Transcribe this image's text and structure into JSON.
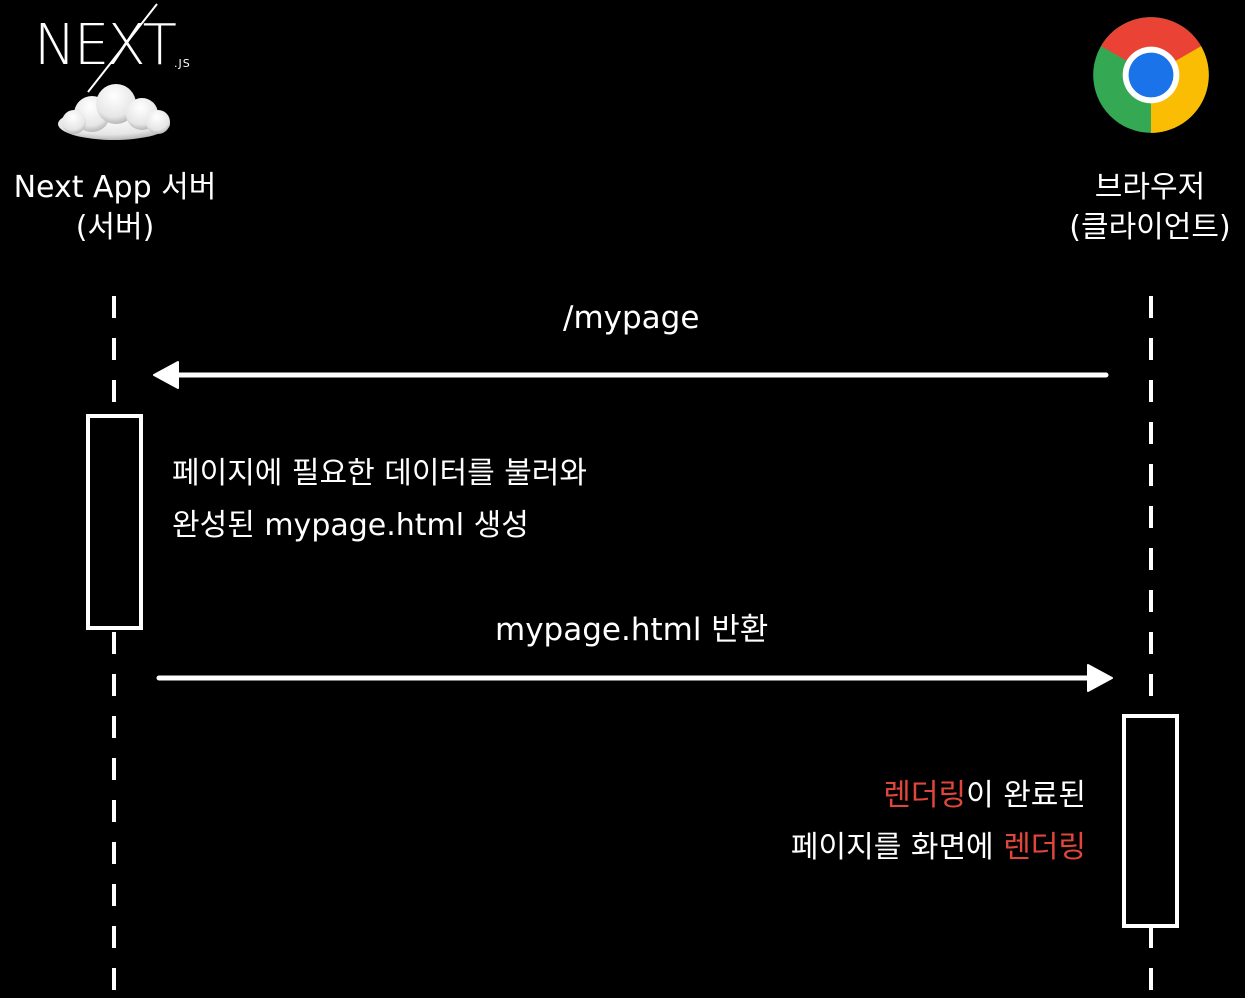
{
  "server": {
    "logo_text": "NEXT",
    "logo_suffix": ".JS",
    "label_line1": "Next App 서버",
    "label_line2": "(서버)"
  },
  "browser": {
    "label_line1": "브라우저",
    "label_line2": "(클라이언트)",
    "icon": "chrome-icon"
  },
  "messages": {
    "request": "/mypage",
    "response": "mypage.html 반환"
  },
  "notes": {
    "server_line1": "페이지에 필요한 데이터를 불러와",
    "server_line2": "완성된 mypage.html 생성",
    "browser_line1_highlight": "렌더링",
    "browser_line1_rest": "이 완료된",
    "browser_line2_rest": "페이지를 화면에 ",
    "browser_line2_highlight": "렌더링"
  },
  "colors": {
    "background": "#000000",
    "foreground": "#ffffff",
    "highlight": "#e0463b"
  }
}
